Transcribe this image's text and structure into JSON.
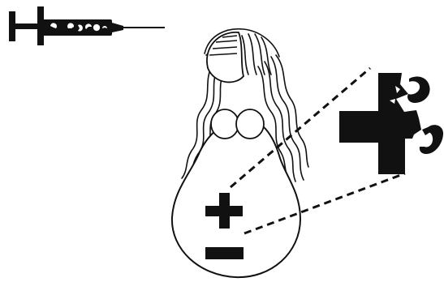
{
  "illustration": {
    "ink_color": "#111111",
    "paper_color": "#ffffff",
    "syringe": {
      "icon": "syringe-icon",
      "content_symbols": "cell-fragments"
    },
    "figure": {
      "icon": "pregnant-woman-icon",
      "hair": "long wavy"
    },
    "inner_symbols": [
      {
        "icon": "plus-icon",
        "meaning": "positive"
      },
      {
        "icon": "minus-icon",
        "meaning": "negative"
      }
    ],
    "callout": {
      "icon": "broken-plus-icon",
      "state": "being broken apart",
      "linked_to": "plus-icon"
    }
  }
}
